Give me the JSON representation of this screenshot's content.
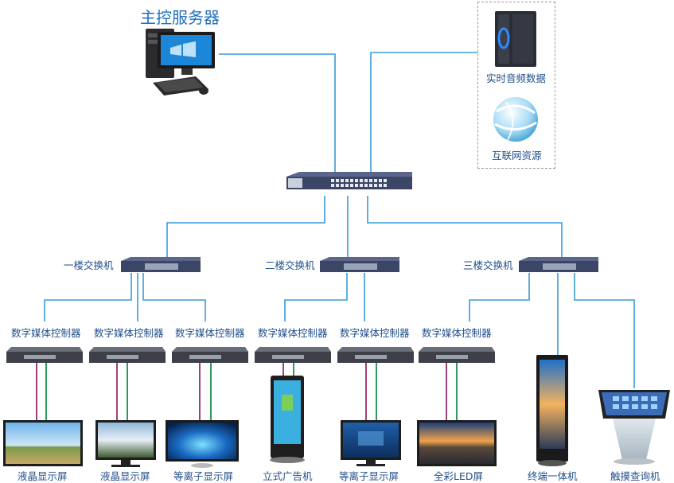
{
  "title": "主控服务器",
  "sources": {
    "audio_label": "实时音频数据",
    "internet_label": "互联网资源"
  },
  "switches": [
    {
      "label": "一楼交换机"
    },
    {
      "label": "二楼交换机"
    },
    {
      "label": "三楼交换机"
    }
  ],
  "controllers": [
    {
      "label": "数字媒体控制器"
    },
    {
      "label": "数字媒体控制器"
    },
    {
      "label": "数字媒体控制器"
    },
    {
      "label": "数字媒体控制器"
    },
    {
      "label": "数字媒体控制器"
    },
    {
      "label": "数字媒体控制器"
    }
  ],
  "displays": [
    {
      "label": "液晶显示屏"
    },
    {
      "label": "液晶显示屏"
    },
    {
      "label": "等离子显示屏"
    },
    {
      "label": "立式广告机"
    },
    {
      "label": "等离子显示屏"
    },
    {
      "label": "全彩LED屏"
    },
    {
      "label": "终端一体机"
    },
    {
      "label": "触摸查询机"
    }
  ],
  "colors": {
    "link": "#3a9ad9",
    "purple_cable": "#a0407a",
    "green_cable": "#2e9b5a",
    "switch_body": "#3b4566",
    "title": "#1f6fbf"
  }
}
